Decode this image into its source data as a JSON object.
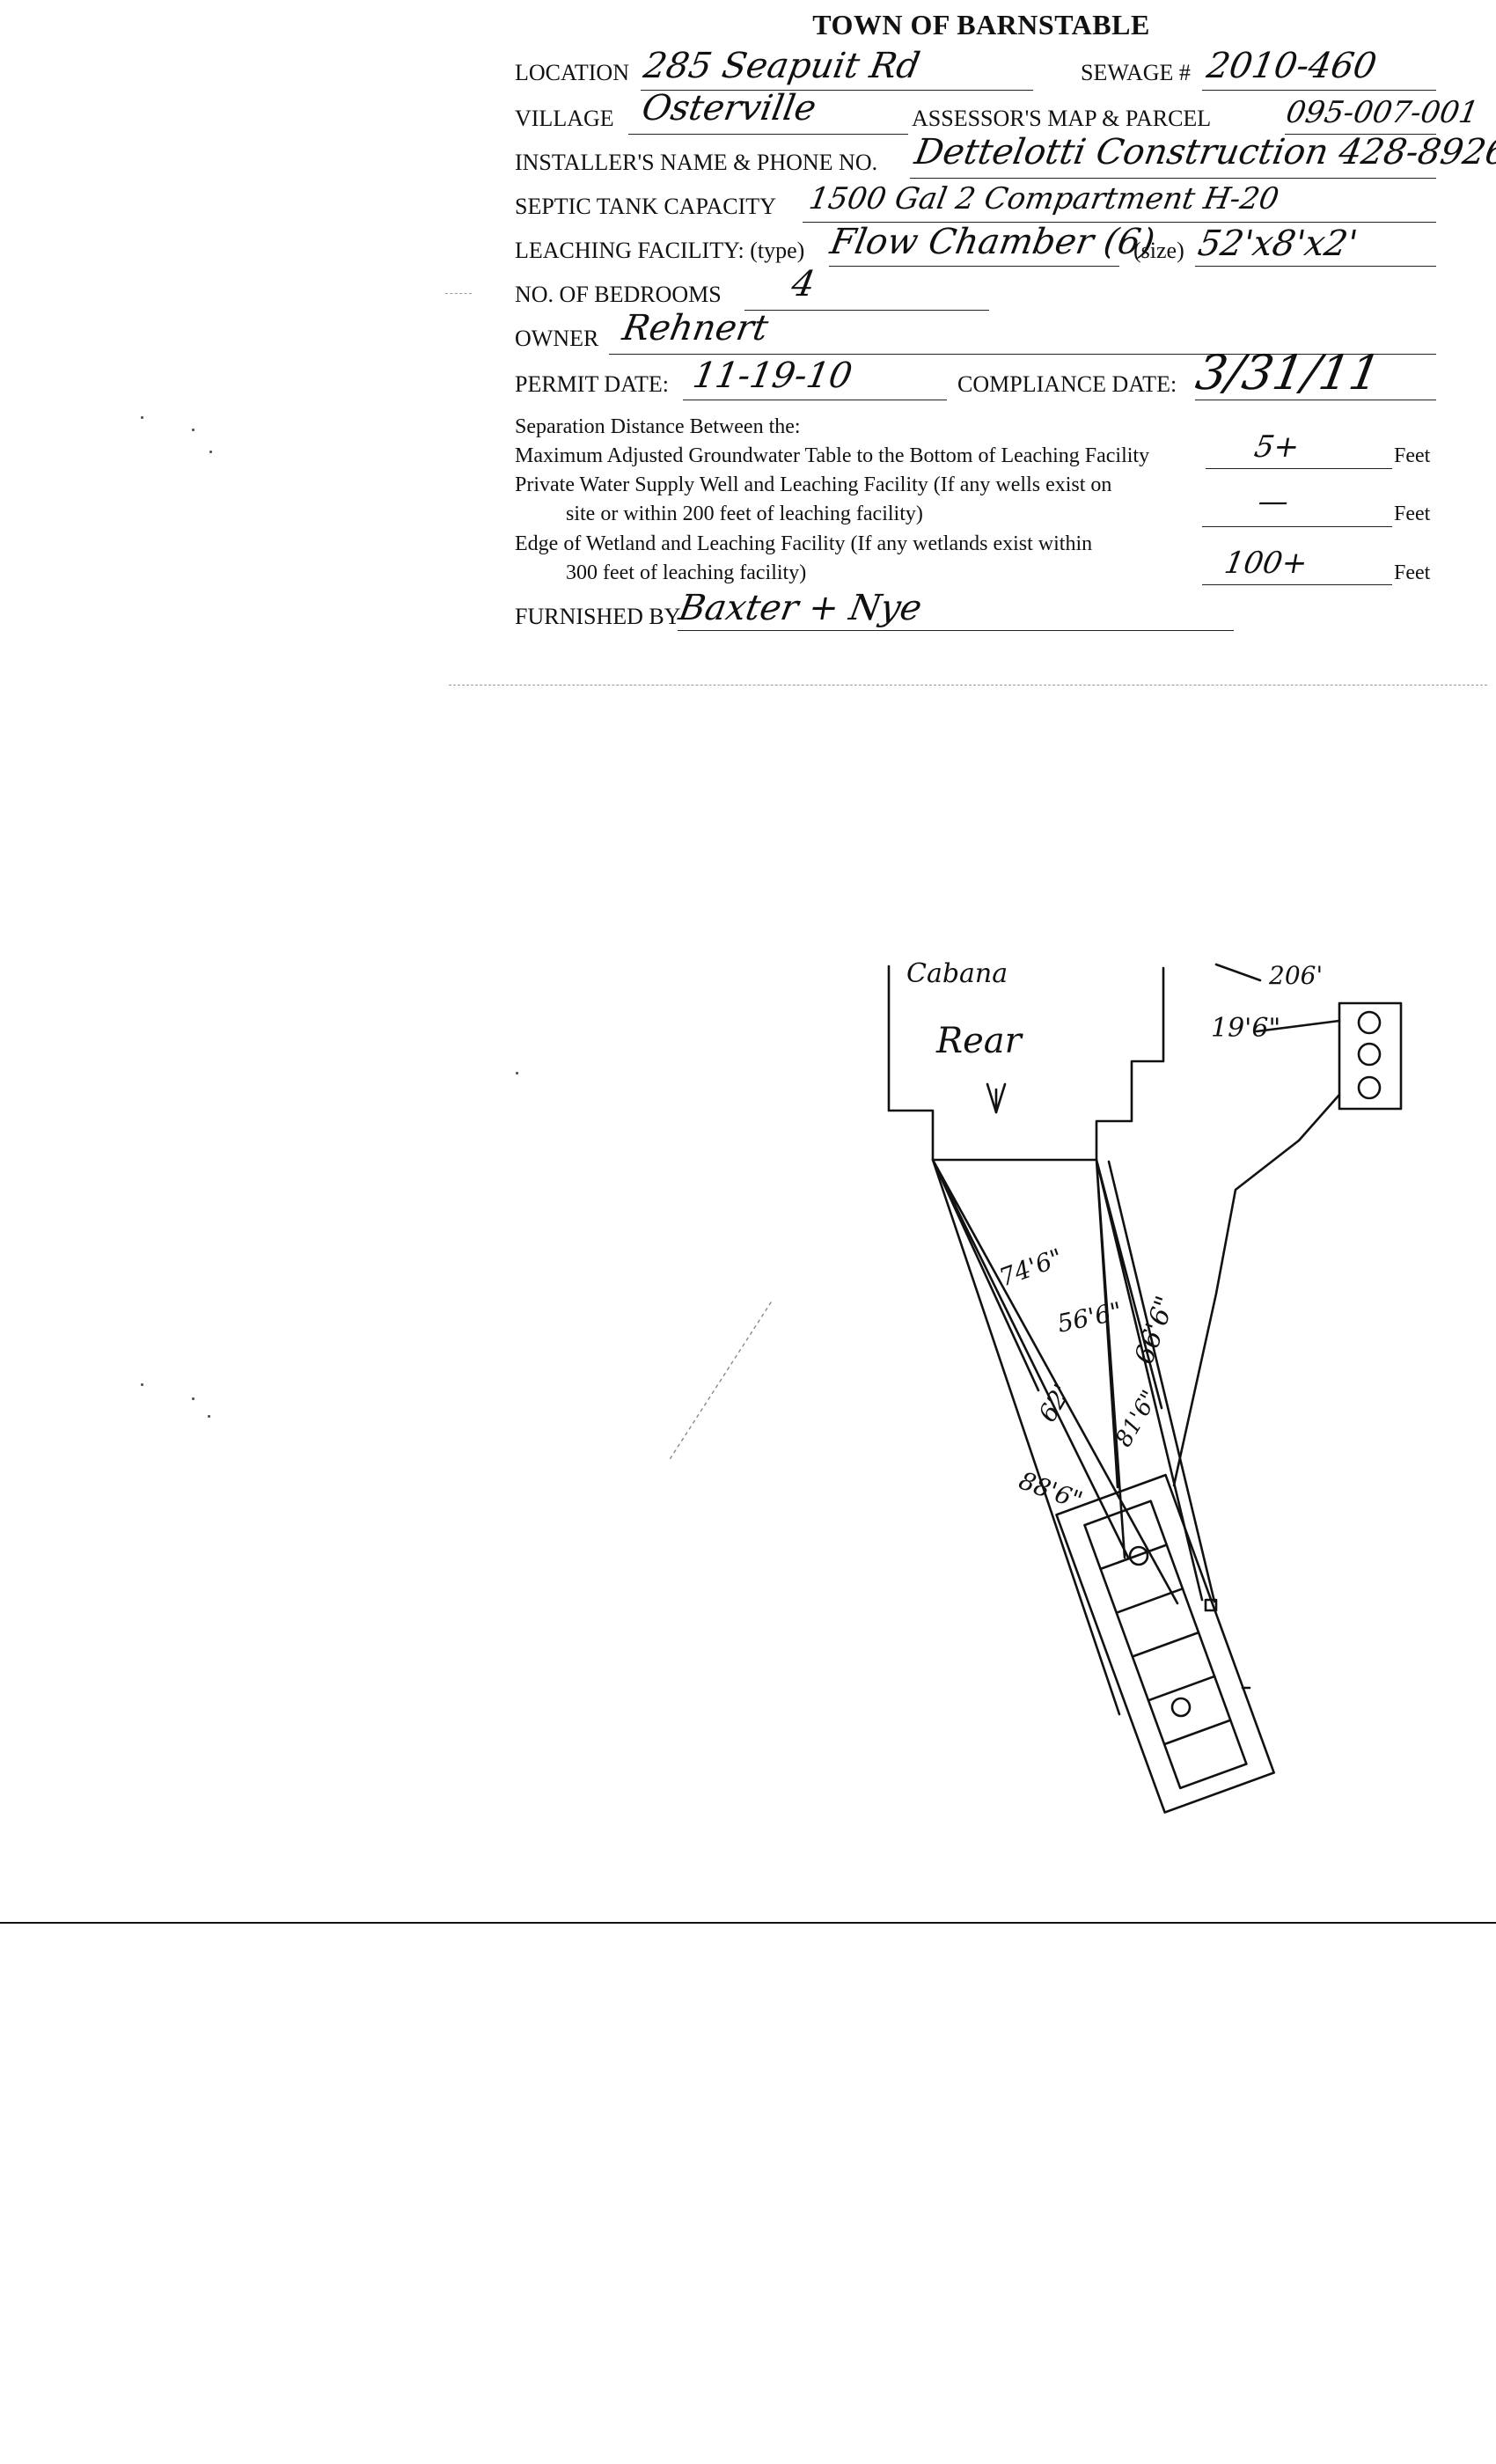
{
  "form": {
    "title": "TOWN OF BARNSTABLE",
    "location_label": "LOCATION",
    "location_value": "285 Seapuit Rd",
    "sewage_label": "SEWAGE #",
    "sewage_value": "2010-460",
    "village_label": "VILLAGE",
    "village_value": "Osterville",
    "parcel_label": "ASSESSOR'S MAP & PARCEL",
    "parcel_value": "095-007-001",
    "installer_label": "INSTALLER'S NAME & PHONE NO.",
    "installer_value": "Dettelotti Construction 428-8926",
    "tank_label": "SEPTIC TANK CAPACITY",
    "tank_value": "1500 Gal 2 Compartment H-20",
    "leach_label": "LEACHING FACILITY: (type)",
    "leach_type_value": "Flow Chamber (6)",
    "size_label": "(size)",
    "leach_size_value": "52'x8'x2'",
    "bedrooms_label": "NO. OF BEDROOMS",
    "bedrooms_value": "4",
    "owner_label": "OWNER",
    "owner_value": "Rehnert",
    "permit_label": "PERMIT DATE:",
    "permit_value": "11-19-10",
    "compliance_label": "COMPLIANCE DATE:",
    "compliance_value": "3/31/11",
    "separation_heading": "Separation Distance Between the:",
    "sep1_label": "Maximum Adjusted Groundwater Table to the Bottom of Leaching Facility",
    "sep1_value": "5+",
    "sep2_label_line1": "Private Water Supply Well and Leaching Facility (If any wells exist on",
    "sep2_label_line2": "site or within 200 feet of leaching facility)",
    "sep2_value": "—",
    "sep3_label_line1": "Edge of Wetland and Leaching Facility (If any wetlands exist within",
    "sep3_label_line2": "300 feet of leaching facility)",
    "sep3_value": "100+",
    "feet_label": "Feet",
    "furnished_label": "FURNISHED BY",
    "furnished_value": "Baxter + Nye"
  },
  "sketch": {
    "cabana_label": "Cabana",
    "rear_label": "Rear",
    "arrow_glyph": "↓",
    "d_206": "206'",
    "d_196": "19'6\"",
    "d_746": "74'6\"",
    "d_566": "56'6\"",
    "d_666": "66'6\"",
    "d_62": "62'",
    "d_816": "81'6\"",
    "d_886": "88'6\""
  }
}
